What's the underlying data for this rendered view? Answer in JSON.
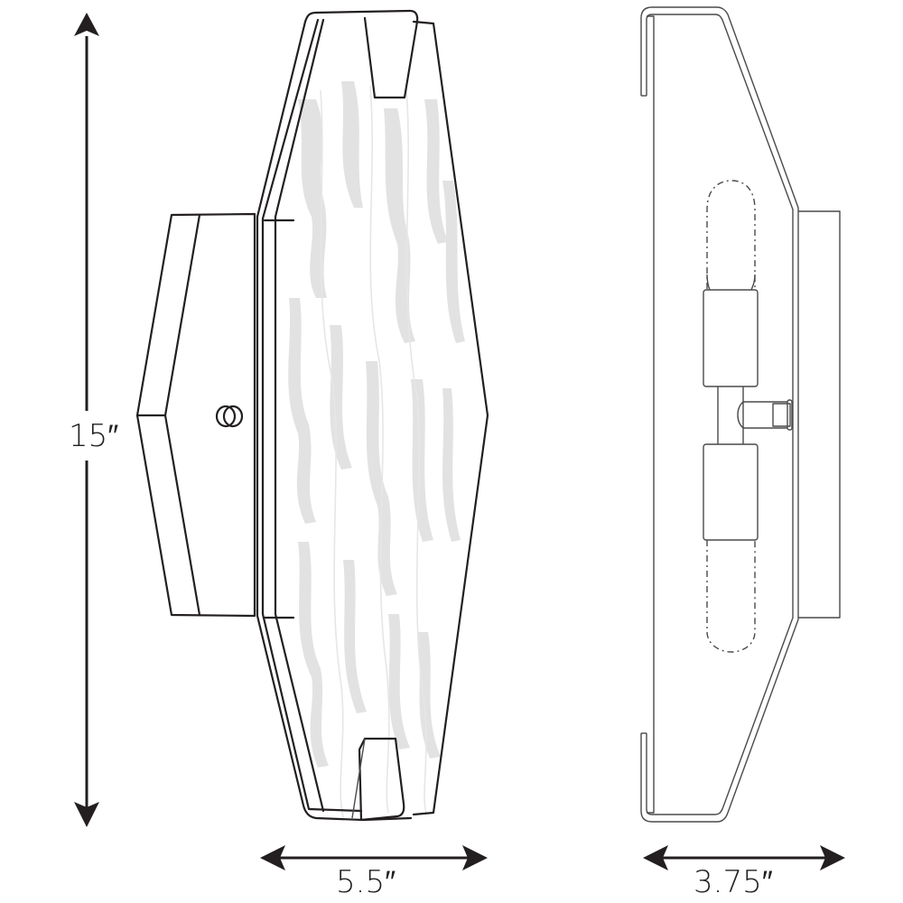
{
  "drawing": {
    "subject": "wall sconce dimension drawing",
    "views": [
      "front-view",
      "side-view"
    ],
    "colors": {
      "line": "#231f20",
      "glass_texture": "#e2e2e2",
      "background": "#ffffff"
    }
  },
  "dimensions": {
    "height": {
      "label": "15″",
      "orientation": "vertical"
    },
    "width": {
      "label": "5.5″",
      "orientation": "horizontal"
    },
    "depth": {
      "label": "3.75″",
      "orientation": "horizontal"
    }
  }
}
